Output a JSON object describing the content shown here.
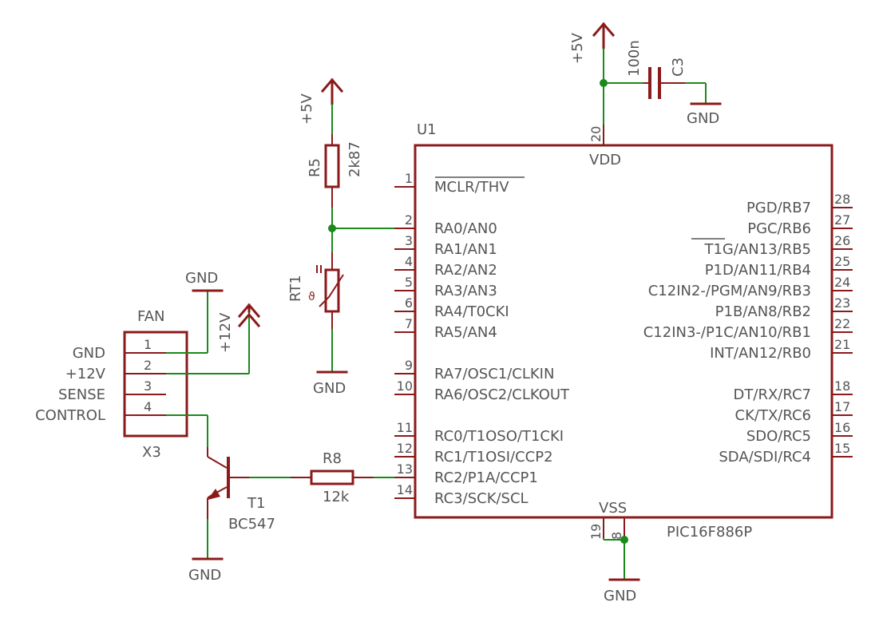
{
  "u1": {
    "ref": "U1",
    "part": "PIC16F886P",
    "vdd_label": "VDD",
    "vdd_pin": "20",
    "vss_label": "VSS",
    "vss_pins": [
      "19",
      "8"
    ],
    "left_pins": [
      {
        "num": "1",
        "name": "MCLR/THV"
      },
      {
        "num": "2",
        "name": "RA0/AN0"
      },
      {
        "num": "3",
        "name": "RA1/AN1"
      },
      {
        "num": "4",
        "name": "RA2/AN2"
      },
      {
        "num": "5",
        "name": "RA3/AN3"
      },
      {
        "num": "6",
        "name": "RA4/T0CKI"
      },
      {
        "num": "7",
        "name": "RA5/AN4"
      },
      {
        "num": "9",
        "name": "RA7/OSC1/CLKIN"
      },
      {
        "num": "10",
        "name": "RA6/OSC2/CLKOUT"
      },
      {
        "num": "11",
        "name": "RC0/T1OSO/T1CKI"
      },
      {
        "num": "12",
        "name": "RC1/T1OSI/CCP2"
      },
      {
        "num": "13",
        "name": "RC2/P1A/CCP1"
      },
      {
        "num": "14",
        "name": "RC3/SCK/SCL"
      }
    ],
    "right_pins": [
      {
        "num": "28",
        "name": "PGD/RB7"
      },
      {
        "num": "27",
        "name": "PGC/RB6"
      },
      {
        "num": "26",
        "name_over": "T1G",
        "name_rest": "/AN13/RB5"
      },
      {
        "num": "25",
        "name": "P1D/AN11/RB4"
      },
      {
        "num": "24",
        "name": "C12IN2-/PGM/AN9/RB3"
      },
      {
        "num": "23",
        "name": "P1B/AN8/RB2"
      },
      {
        "num": "22",
        "name": "C12IN3-/P1C/AN10/RB1"
      },
      {
        "num": "21",
        "name": "INT/AN12/RB0"
      },
      {
        "num": "18",
        "name": "DT/RX/RC7"
      },
      {
        "num": "17",
        "name": "CK/TX/RC6"
      },
      {
        "num": "16",
        "name": "SDO/RC5"
      },
      {
        "num": "15",
        "name": "SDA/SDI/RC4"
      }
    ]
  },
  "c3": {
    "ref": "C3",
    "value": "100n"
  },
  "r5": {
    "ref": "R5",
    "value": "2k87"
  },
  "rt1": {
    "ref": "RT1"
  },
  "r8": {
    "ref": "R8",
    "value": "12k"
  },
  "t1": {
    "ref": "T1",
    "value": "BC547"
  },
  "x3": {
    "title": "FAN",
    "ref": "X3",
    "pins": [
      {
        "num": "1",
        "label": "GND"
      },
      {
        "num": "2",
        "label": "+12V"
      },
      {
        "num": "3",
        "label": "SENSE"
      },
      {
        "num": "4",
        "label": "CONTROL"
      }
    ]
  },
  "power": {
    "plus5v": "+5V",
    "plus12v": "+12V",
    "gnd": "GND"
  },
  "colors": {
    "symbol": "#8b1a1a",
    "wire": "#1a8a1a",
    "text": "#555555"
  }
}
